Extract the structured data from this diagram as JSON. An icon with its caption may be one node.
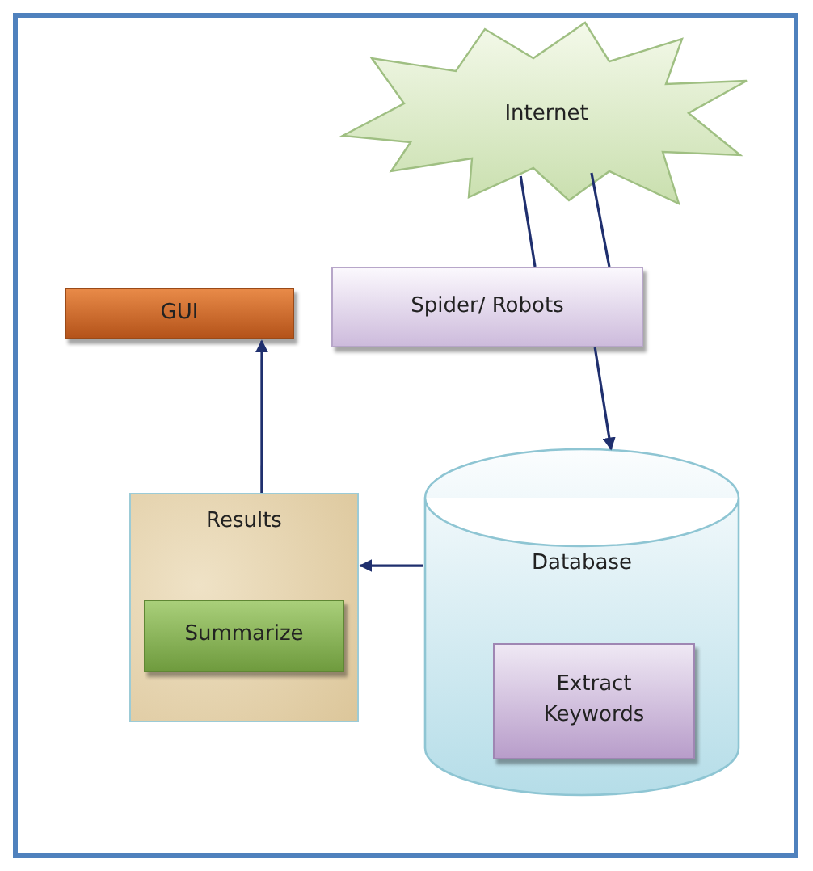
{
  "diagram": {
    "nodes": [
      {
        "text": [
          "Internet"
        ]
      },
      {
        "text": [
          "Spider/ Robots"
        ]
      },
      {
        "text": [
          "GUI"
        ]
      },
      {
        "text": [
          "Results"
        ]
      },
      {
        "text": [
          "Summarize"
        ],
        "in": 3
      },
      {
        "text": [
          "Database"
        ]
      },
      {
        "text": [
          "Extract Keywords"
        ],
        "in": 5
      }
    ],
    "edges": [
      {
        "from": 0,
        "to": 1,
        "arrow": "none"
      },
      {
        "from": 0,
        "to": 1,
        "arrow": "none"
      },
      {
        "from": 1,
        "to": 5,
        "arrow": "to"
      },
      {
        "from": 5,
        "to": 3,
        "arrow": "to"
      },
      {
        "from": 3,
        "to": 2,
        "arrow": "to"
      }
    ]
  }
}
